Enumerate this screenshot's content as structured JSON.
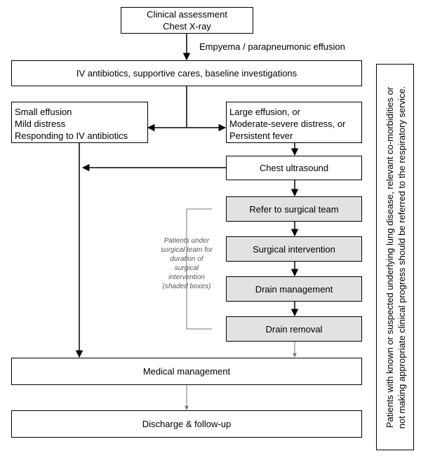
{
  "boxes": {
    "clinical_assessment": [
      "Clinical assessment",
      "Chest X-ray"
    ],
    "iv_antibiotics": "IV antibiotics, supportive cares, baseline investigations",
    "small_effusion": [
      "Small effusion",
      "Mild distress",
      "Responding to IV antibiotics"
    ],
    "large_effusion": [
      "Large effusion, or",
      "Moderate-severe distress, or",
      "Persistent fever"
    ],
    "chest_ultrasound": "Chest ultrasound",
    "refer_surgical": "Refer to surgical team",
    "surgical_intervention": "Surgical intervention",
    "drain_management": "Drain management",
    "drain_removal": "Drain removal",
    "medical_management": "Medical management",
    "discharge": "Discharge & follow-up"
  },
  "labels": {
    "empyema": "Empyema / parapneumonic effusion"
  },
  "surgical_note": [
    "Patients under",
    "surgical team for",
    "duration of",
    "surgical",
    "intervention",
    "(shaded boxes)"
  ],
  "side_note": [
    "Patients with known or suspected underlying lung disease, relevant co-morbidities or",
    "not making appropriate clinical progress should be referred to the respiratory service."
  ],
  "colors": {
    "shaded_box": "#e2e2e2",
    "line": "#000000",
    "grey_line": "#777777"
  }
}
